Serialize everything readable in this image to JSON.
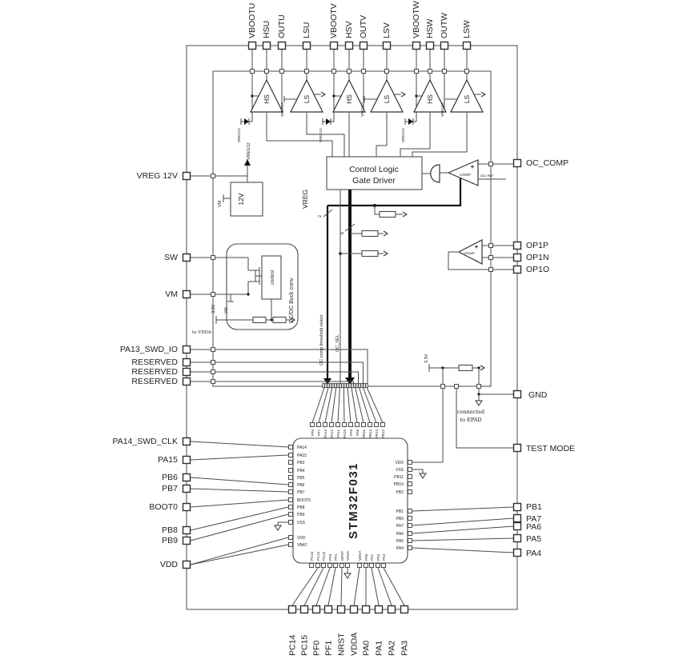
{
  "pins": {
    "top": [
      "VBOOTU",
      "HSU",
      "OUTU",
      "LSU",
      "VBOOTV",
      "HSV",
      "OUTV",
      "LSV",
      "VBOOTW",
      "HSW",
      "OUTW",
      "LSW"
    ],
    "left": [
      "VREG 12V",
      "SW",
      "VM",
      "PA13_SWD_IO",
      "RESERVED",
      "RESERVED",
      "RESERVED",
      "PA14_SWD_CLK",
      "PA15",
      "PB6",
      "PB7",
      "BOOT0",
      "PB8",
      "PB9",
      "VDD"
    ],
    "right": [
      "OC_COMP",
      "OP1P",
      "OP1N",
      "OP1O",
      "GND",
      "TEST MODE",
      "PB1",
      "PA7",
      "PA6",
      "PA5",
      "PA4"
    ],
    "bottom": [
      "PC14",
      "PC15",
      "PF0",
      "PF1",
      "NRST",
      "VDDA",
      "PA0",
      "PA1",
      "PA2",
      "PA3"
    ]
  },
  "mcu": {
    "name": "STM32F031",
    "left": [
      "PA14",
      "PA15",
      "PB3",
      "PB4",
      "PB5",
      "PB6",
      "PB7",
      "BOOT0",
      "PB8",
      "PB9",
      "VSS",
      "VDD",
      "VBAT"
    ],
    "right": [
      "VDD",
      "VSS",
      "PB11",
      "PB10",
      "PB2",
      "PB1",
      "PB0",
      "PA7",
      "PA6",
      "PA5",
      "PA4"
    ],
    "top": [
      "PF6",
      "PF7",
      "PA13",
      "PA12",
      "PA11",
      "PA10",
      "PA9",
      "PA8",
      "PB15",
      "PB14",
      "PB13",
      "PB12"
    ],
    "bottom": [
      "PC13",
      "PC14",
      "PC15",
      "PF0",
      "PF1",
      "NRST",
      "VSSA",
      "VDDA",
      "PA0",
      "PA1",
      "PA2",
      "PA3"
    ]
  },
  "blocks": {
    "control_logic_line1": "Control Logic",
    "control_logic_line2": "Gate Driver",
    "vreg_line1": "12V",
    "vreg_line2": "VREG",
    "buck": "DC/DC Buck conv",
    "buck_control": "control",
    "comparator": "COMP",
    "adj_ref": "ADJ REF",
    "opamp": "OPAMP"
  },
  "drivers": {
    "hs": "HS",
    "ls": "LS",
    "vreg12": "VREG12"
  },
  "labels": {
    "bus2": "2",
    "bus6": "6",
    "oc_thresh": "OC comp threshold select",
    "oc_sel": "OC_SEL",
    "vreg12_arrow": "VREG12",
    "vm_tap": "VM",
    "v33": "3.3V",
    "to_vdda": "to VDDA",
    "epad1": "connected",
    "epad2": "to EPAD",
    "plus": "+",
    "minus": "-"
  }
}
